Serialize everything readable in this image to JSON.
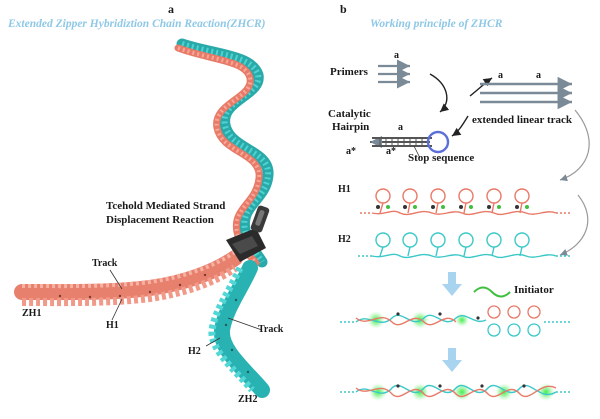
{
  "panel_a": {
    "letter": "a",
    "title": "Extended Zipper Hybridiztion Chain Reaction(ZHCR)",
    "zipper_label_line1": "Tcehold Mediated Strand",
    "zipper_label_line2": "Displacement Reaction",
    "track_label_left": "Track",
    "track_label_right": "Track",
    "zh1": "ZH1",
    "h1": "H1",
    "h2": "H2",
    "zh2": "ZH2"
  },
  "panel_b": {
    "letter": "b",
    "title": "Working principle of ZHCR",
    "primers": "Primers",
    "primer_a": "a",
    "catalytic_line1": "Catalytic",
    "catalytic_line2": "Hairpin",
    "hairpin_a": "a",
    "hairpin_astar_left": "a*",
    "hairpin_astar_mid": "a*",
    "stop_sequence": "Stop sequence",
    "track_a1": "a",
    "track_a2": "a",
    "extended_linear_track": "extended linear track",
    "h1": "H1",
    "h2": "H2",
    "initiator": "Initiator"
  },
  "colors": {
    "salmon": "#f08c7a",
    "cyan": "#3cc8c8",
    "title_blue": "#8ec8e6",
    "arrow_blue": "#a8d4ef",
    "glow_green": "#44e04a",
    "dark": "#222222"
  }
}
